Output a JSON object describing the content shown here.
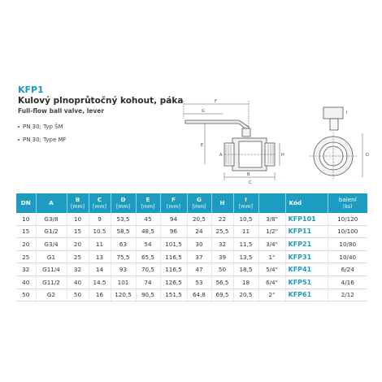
{
  "product": {
    "code": "KFP1",
    "title_cz": "Kulový plnoprůtočný kohout, páka",
    "title_en": "Full-flow ball valve, lever",
    "bullets": [
      "PN 30; Typ ŠM",
      "PN 30; Type MF"
    ]
  },
  "drawing": {
    "labels": [
      "F",
      "G",
      "E",
      "A",
      "B",
      "C",
      "H",
      "D",
      "I"
    ]
  },
  "table": {
    "headers": [
      {
        "top": "DN",
        "unit": ""
      },
      {
        "top": "A",
        "unit": ""
      },
      {
        "top": "B",
        "unit": "[mm]"
      },
      {
        "top": "C",
        "unit": "[mm]"
      },
      {
        "top": "D",
        "unit": "[mm]"
      },
      {
        "top": "E",
        "unit": "[mm]"
      },
      {
        "top": "F",
        "unit": "[mm]"
      },
      {
        "top": "G",
        "unit": "[mm]"
      },
      {
        "top": "H",
        "unit": ""
      },
      {
        "top": "I",
        "unit": "[mm]"
      },
      {
        "top": "",
        "unit": ""
      },
      {
        "top": "Kód",
        "unit": ""
      },
      {
        "top": "balení",
        "unit": "(ks)"
      }
    ],
    "rows": [
      [
        "10",
        "G3/8",
        "10",
        "9",
        "53,5",
        "45",
        "94",
        "20,5",
        "22",
        "10,5",
        "3/8\"",
        "KFP101",
        "10/120"
      ],
      [
        "15",
        "G1/2",
        "15",
        "10.5",
        "58,5",
        "48,5",
        "96",
        "24",
        "25,5",
        "11",
        "1/2\"",
        "KFP11",
        "10/100"
      ],
      [
        "20",
        "G3/4",
        "20",
        "11",
        "63",
        "54",
        "101,5",
        "30",
        "32",
        "11,5",
        "3/4\"",
        "KFP21",
        "10/80"
      ],
      [
        "25",
        "G1",
        "25",
        "13",
        "75,5",
        "65,5",
        "116,5",
        "37",
        "39",
        "13,5",
        "1\"",
        "KFP31",
        "10/40"
      ],
      [
        "32",
        "G11/4",
        "32",
        "14",
        "93",
        "70,5",
        "116,5",
        "47",
        "50",
        "18,5",
        "5/4\"",
        "KFP41",
        "6/24"
      ],
      [
        "40",
        "G11/2",
        "40",
        "14.5",
        "101",
        "74",
        "126,5",
        "53",
        "56,5",
        "18",
        "6/4\"",
        "KFP51",
        "4/16"
      ],
      [
        "50",
        "G2",
        "50",
        "16",
        "120,5",
        "90,5",
        "151,5",
        "64,8",
        "69,5",
        "20,5",
        "2\"",
        "KFP61",
        "2/12"
      ]
    ]
  },
  "colors": {
    "accent": "#1b9cc0",
    "header_text": "#ffffff",
    "row_border": "#d6dde0"
  }
}
